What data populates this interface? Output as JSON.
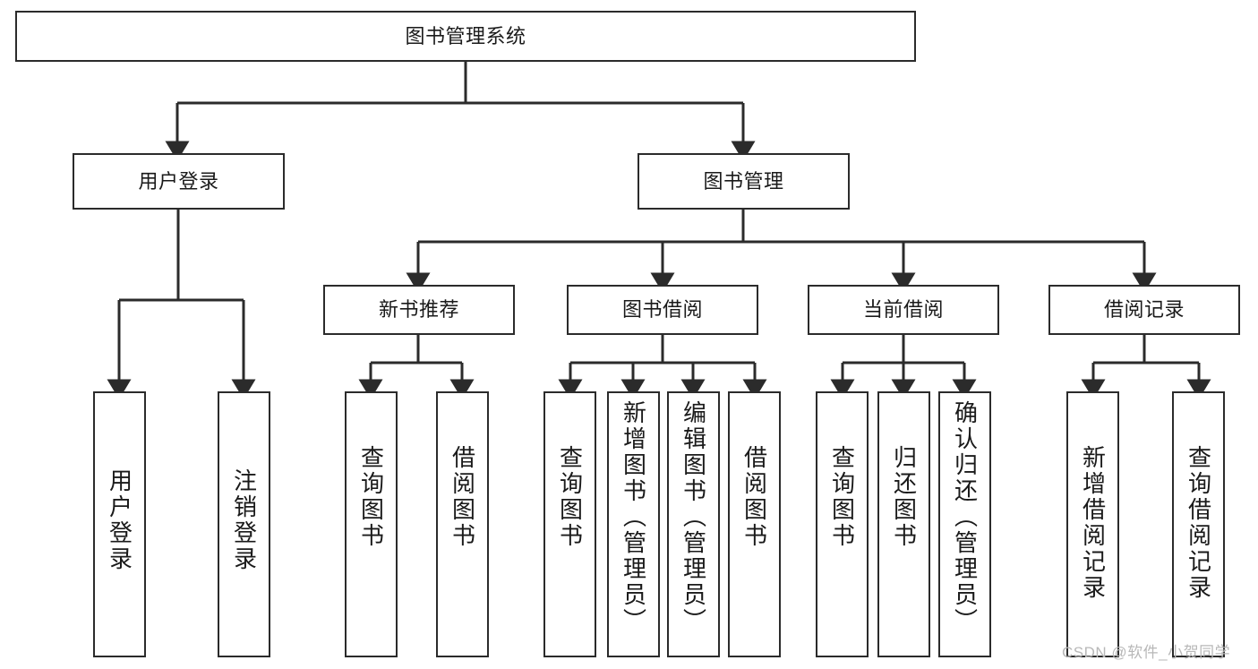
{
  "diagram": {
    "type": "tree-hierarchy",
    "title": "图书管理系统",
    "root": {
      "label": "图书管理系统"
    },
    "level2": [
      {
        "label": "用户登录"
      },
      {
        "label": "图书管理"
      }
    ],
    "level3": [
      {
        "label": "新书推荐"
      },
      {
        "label": "图书借阅"
      },
      {
        "label": "当前借阅"
      },
      {
        "label": "借阅记录"
      }
    ],
    "leaves": {
      "user_login": [
        {
          "label": "用户登录"
        },
        {
          "label": "注销登录"
        }
      ],
      "new_book_recommend": [
        {
          "label": "查询图书"
        },
        {
          "label": "借阅图书"
        }
      ],
      "book_borrow": [
        {
          "label": "查询图书"
        },
        {
          "label": "新增图书（管理员）"
        },
        {
          "label": "编辑图书（管理员）"
        },
        {
          "label": "借阅图书"
        }
      ],
      "current_borrow": [
        {
          "label": "查询图书"
        },
        {
          "label": "归还图书"
        },
        {
          "label": "确认归还（管理员）"
        }
      ],
      "borrow_record": [
        {
          "label": "新增借阅记录"
        },
        {
          "label": "查询借阅记录"
        }
      ]
    },
    "watermark": "CSDN @软件_小贺同学",
    "colors": {
      "stroke": "#2b2b2b",
      "background": "#ffffff",
      "text": "#1a1a1a",
      "watermark": "#b8b8b8"
    }
  }
}
